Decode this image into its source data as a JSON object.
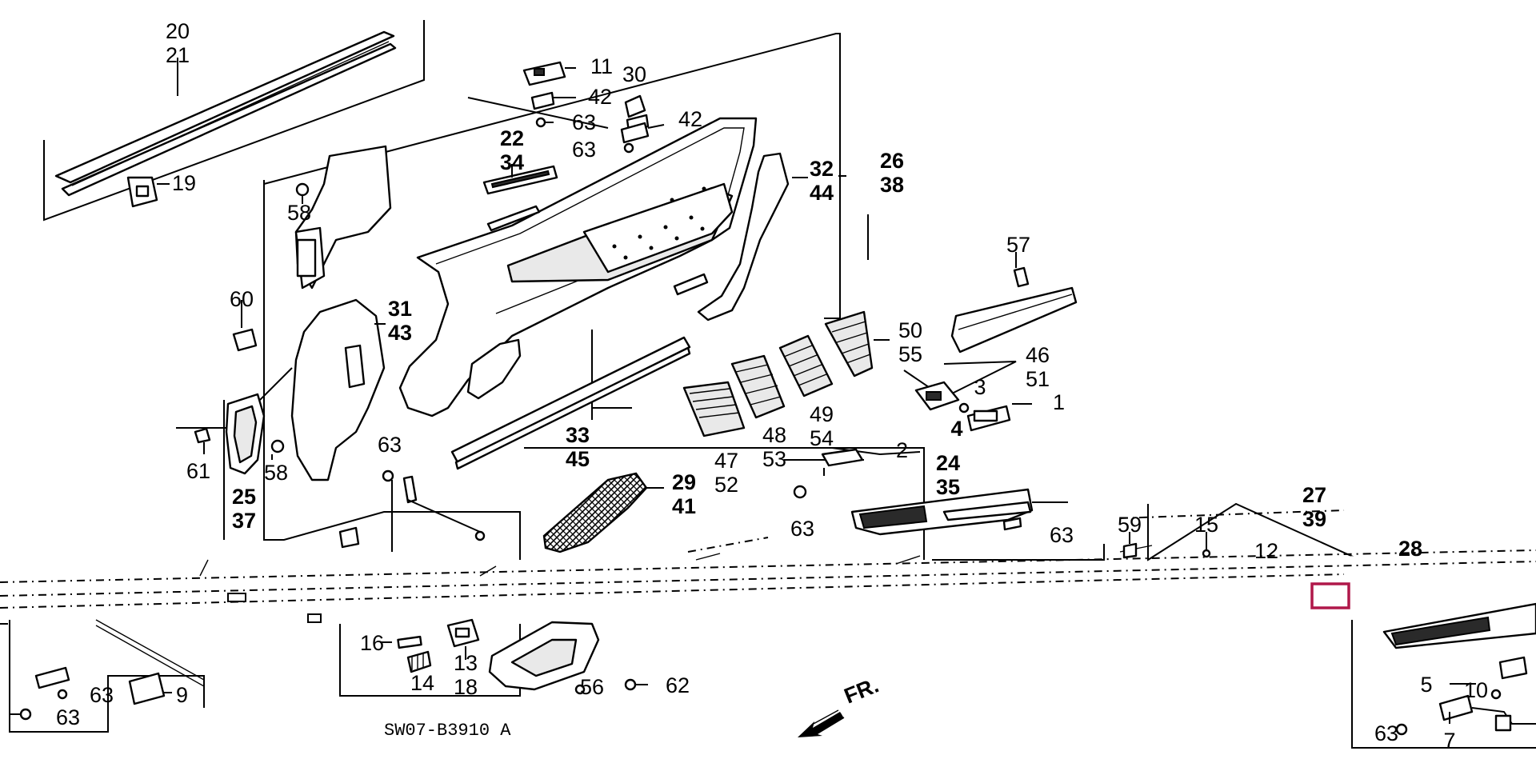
{
  "diagram": {
    "drawing_code": "SW07-B3910 A",
    "direction_label": "FR.",
    "callouts": [
      {
        "id": "c20",
        "lines": [
          "20",
          "21"
        ],
        "bold": false
      },
      {
        "id": "c19",
        "lines": [
          "19"
        ],
        "bold": false
      },
      {
        "id": "c11",
        "lines": [
          "11"
        ],
        "bold": false
      },
      {
        "id": "c42a",
        "lines": [
          "42"
        ],
        "bold": false
      },
      {
        "id": "c63a",
        "lines": [
          "63"
        ],
        "bold": false
      },
      {
        "id": "c30",
        "lines": [
          "30"
        ],
        "bold": false
      },
      {
        "id": "c42b",
        "lines": [
          "42"
        ],
        "bold": false
      },
      {
        "id": "c63b",
        "lines": [
          "63"
        ],
        "bold": false
      },
      {
        "id": "c22",
        "lines": [
          "22",
          "34"
        ],
        "bold": true
      },
      {
        "id": "c58a",
        "lines": [
          "58"
        ],
        "bold": false
      },
      {
        "id": "c32",
        "lines": [
          "32",
          "44"
        ],
        "bold": true
      },
      {
        "id": "c26",
        "lines": [
          "26",
          "38"
        ],
        "bold": true
      },
      {
        "id": "c57",
        "lines": [
          "57"
        ],
        "bold": false
      },
      {
        "id": "c60",
        "lines": [
          "60"
        ],
        "bold": false
      },
      {
        "id": "c31",
        "lines": [
          "31",
          "43"
        ],
        "bold": true
      },
      {
        "id": "c50",
        "lines": [
          "50",
          "55"
        ],
        "bold": false
      },
      {
        "id": "c46",
        "lines": [
          "46",
          "51"
        ],
        "bold": false
      },
      {
        "id": "c3",
        "lines": [
          "3"
        ],
        "bold": false
      },
      {
        "id": "c1",
        "lines": [
          "1"
        ],
        "bold": false
      },
      {
        "id": "c4",
        "lines": [
          "4"
        ],
        "bold": true
      },
      {
        "id": "c33",
        "lines": [
          "33",
          "45"
        ],
        "bold": true
      },
      {
        "id": "c49",
        "lines": [
          "49",
          "54"
        ],
        "bold": false
      },
      {
        "id": "c48",
        "lines": [
          "48",
          "53"
        ],
        "bold": false
      },
      {
        "id": "c47",
        "lines": [
          "47",
          "52"
        ],
        "bold": false
      },
      {
        "id": "c61",
        "lines": [
          "61"
        ],
        "bold": false
      },
      {
        "id": "c58b",
        "lines": [
          "58"
        ],
        "bold": false
      },
      {
        "id": "c25",
        "lines": [
          "25",
          "37"
        ],
        "bold": true
      },
      {
        "id": "c63c",
        "lines": [
          "63"
        ],
        "bold": false
      },
      {
        "id": "c2",
        "lines": [
          "2"
        ],
        "bold": false
      },
      {
        "id": "c24",
        "lines": [
          "24",
          "35"
        ],
        "bold": true
      },
      {
        "id": "c29",
        "lines": [
          "29",
          "41"
        ],
        "bold": true
      },
      {
        "id": "c63d",
        "lines": [
          "63"
        ],
        "bold": false
      },
      {
        "id": "c63e",
        "lines": [
          "63"
        ],
        "bold": false
      },
      {
        "id": "c27",
        "lines": [
          "27",
          "39"
        ],
        "bold": true
      },
      {
        "id": "c59",
        "lines": [
          "59"
        ],
        "bold": false
      },
      {
        "id": "c15",
        "lines": [
          "15"
        ],
        "bold": false
      },
      {
        "id": "c12",
        "lines": [
          "12"
        ],
        "bold": false
      },
      {
        "id": "c28",
        "lines": [
          "28"
        ],
        "bold": true
      },
      {
        "id": "c16",
        "lines": [
          "16"
        ],
        "bold": false
      },
      {
        "id": "c14",
        "lines": [
          "14"
        ],
        "bold": false
      },
      {
        "id": "c13",
        "lines": [
          "13",
          "18"
        ],
        "bold": false
      },
      {
        "id": "c56",
        "lines": [
          "56"
        ],
        "bold": false
      },
      {
        "id": "c62",
        "lines": [
          "62"
        ],
        "bold": false
      },
      {
        "id": "c63f",
        "lines": [
          "63"
        ],
        "bold": false
      },
      {
        "id": "c9",
        "lines": [
          "9"
        ],
        "bold": false
      },
      {
        "id": "c63g",
        "lines": [
          "63"
        ],
        "bold": false
      },
      {
        "id": "c5",
        "lines": [
          "5"
        ],
        "bold": false
      },
      {
        "id": "c10",
        "lines": [
          "10"
        ],
        "bold": false
      },
      {
        "id": "c63h",
        "lines": [
          "63"
        ],
        "bold": false
      },
      {
        "id": "c7",
        "lines": [
          "7"
        ],
        "bold": false
      }
    ],
    "colors": {
      "ink": "#000000",
      "paper": "#ffffff",
      "highlight": "#b0184a"
    }
  }
}
